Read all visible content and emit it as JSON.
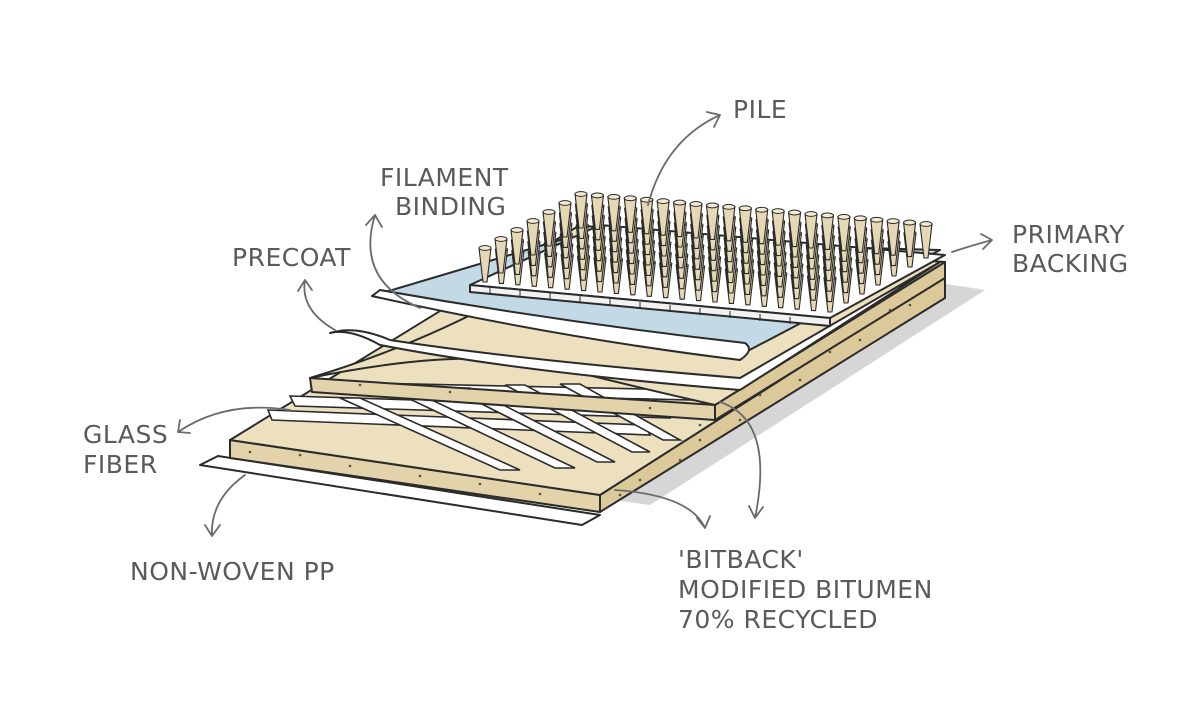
{
  "diagram": {
    "labels": {
      "pile": "PILE",
      "filament_binding": [
        "FILAMENT",
        "BINDING"
      ],
      "precoat": "PRECOAT",
      "primary_backing": [
        "PRIMARY",
        "BACKING"
      ],
      "glass_fiber": [
        "GLASS",
        "FIBER"
      ],
      "non_woven_pp": "NON-WOVEN PP",
      "bitback": [
        "'BITBACK'",
        "MODIFIED BITUMEN",
        "70% RECYCLED"
      ]
    },
    "colors": {
      "bitumen": "#ece0bf",
      "bitumen_side": "#e3d3aa",
      "precoat": "#c4d9e6",
      "pile": "#e6d8b5",
      "shadow": "#d6d6d6",
      "ink": "#2b2b2b",
      "label_text": "#5a5a5a",
      "arrow": "#6b6b6b"
    }
  }
}
